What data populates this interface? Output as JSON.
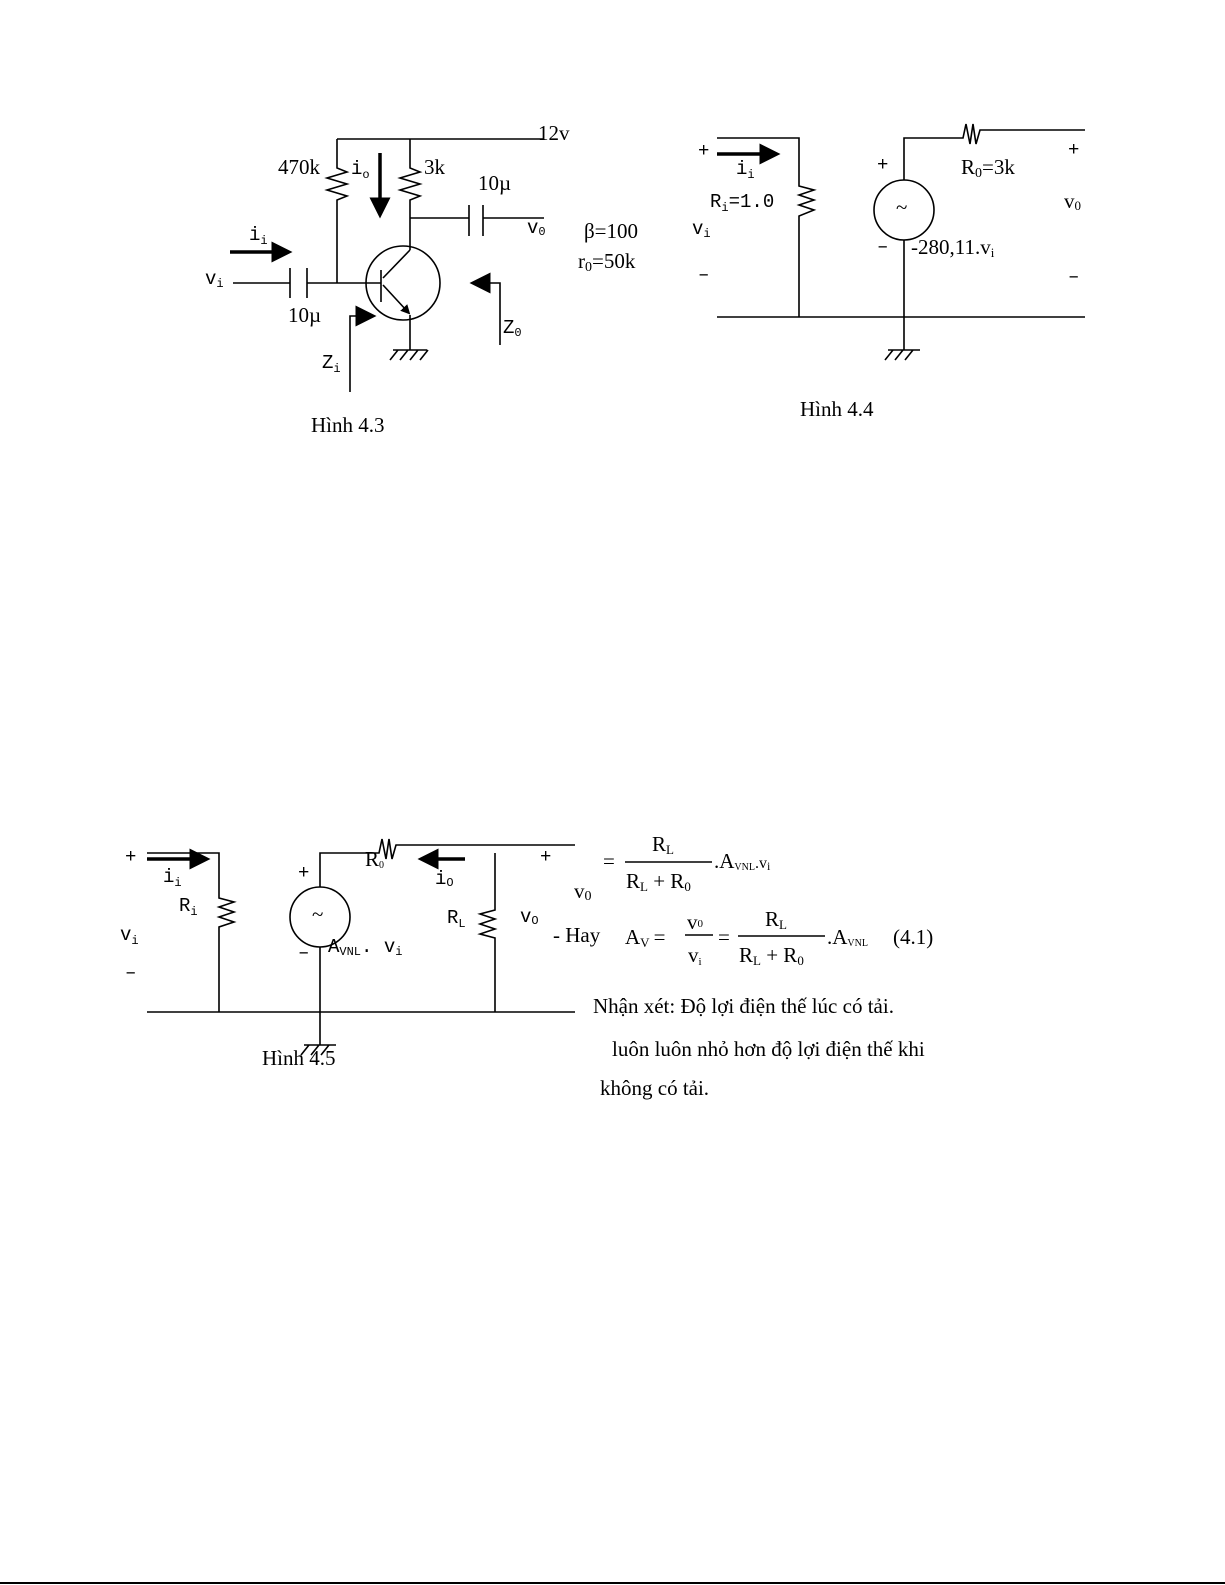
{
  "fig43": {
    "supply": "12v",
    "r_base": "470k",
    "r_collector": "3k",
    "cap_out": "10µ",
    "cap_in": "10µ",
    "i_o": "i",
    "i_o_sub": "o",
    "i_i": "i",
    "i_i_sub": "i",
    "v_i": "v",
    "v_i_sub": "i",
    "v_o": "v",
    "v_o_sub": "0",
    "z_i": "Z",
    "z_i_sub": "i",
    "z_o": "Z",
    "z_o_sub": "0",
    "beta": "β=100",
    "r0": "r",
    "r0_sub": "0",
    "r0_val": "=50k",
    "caption": "Hình 4.3"
  },
  "fig44": {
    "plus": "+",
    "minus": "–",
    "i_i": "i",
    "i_i_sub": "i",
    "r_i": "R",
    "r_i_sub": "i",
    "r_i_val": "=1.0",
    "v_i": "v",
    "v_i_sub": "i",
    "source": "~",
    "r_o": "R",
    "r_o_sub": "0",
    "r_o_val": "=3k",
    "gain": "-280,11.v",
    "gain_sub": "i",
    "v_o": "v",
    "v_o_sub": "0",
    "caption": "Hình 4.4"
  },
  "fig45": {
    "plus": "+",
    "minus": "–",
    "i_i": "i",
    "i_i_sub": "i",
    "r_i": "R",
    "r_i_sub": "i",
    "v_i": "v",
    "v_i_sub": "i",
    "source": "~",
    "a_vnl": "A",
    "a_vnl_sub": "VNL",
    "a_vnl_tail": ". v",
    "a_vnl_tail_sub": "i",
    "r_o": "R",
    "r_o_sub": "0",
    "i_o": "i",
    "i_o_sub": "O",
    "r_l": "R",
    "r_l_sub": "L",
    "v_o": "v",
    "v_o_sub": "O",
    "caption": "Hình  4.5"
  },
  "equations": {
    "eq1_lhs": "v",
    "eq1_lhs_sub": "0",
    "equals": "=",
    "num": "R",
    "num_sub": "L",
    "den": "R",
    "den_sub": "L",
    "den_plus": " + R",
    "den_sub2": "0",
    "eq1_tail": ".A",
    "eq1_tail_sub": "VNL",
    "eq1_tail2": ".v",
    "eq1_tail2_sub": "i",
    "hay": "- Hay",
    "av": "A",
    "av_sub": "V",
    "v0": "v",
    "v0_sub": "0",
    "vi": "v",
    "vi_sub": "i",
    "eq2_tail": ".A",
    "eq2_tail_sub": "VNL",
    "eq_number": "(4.1)"
  },
  "remark": {
    "line1": "Nhận xét: Độ lợi điện thế lúc có tải.",
    "line2": "luôn luôn nhỏ hơn độ  lợi điện thế khi",
    "line3": "không có tải."
  }
}
